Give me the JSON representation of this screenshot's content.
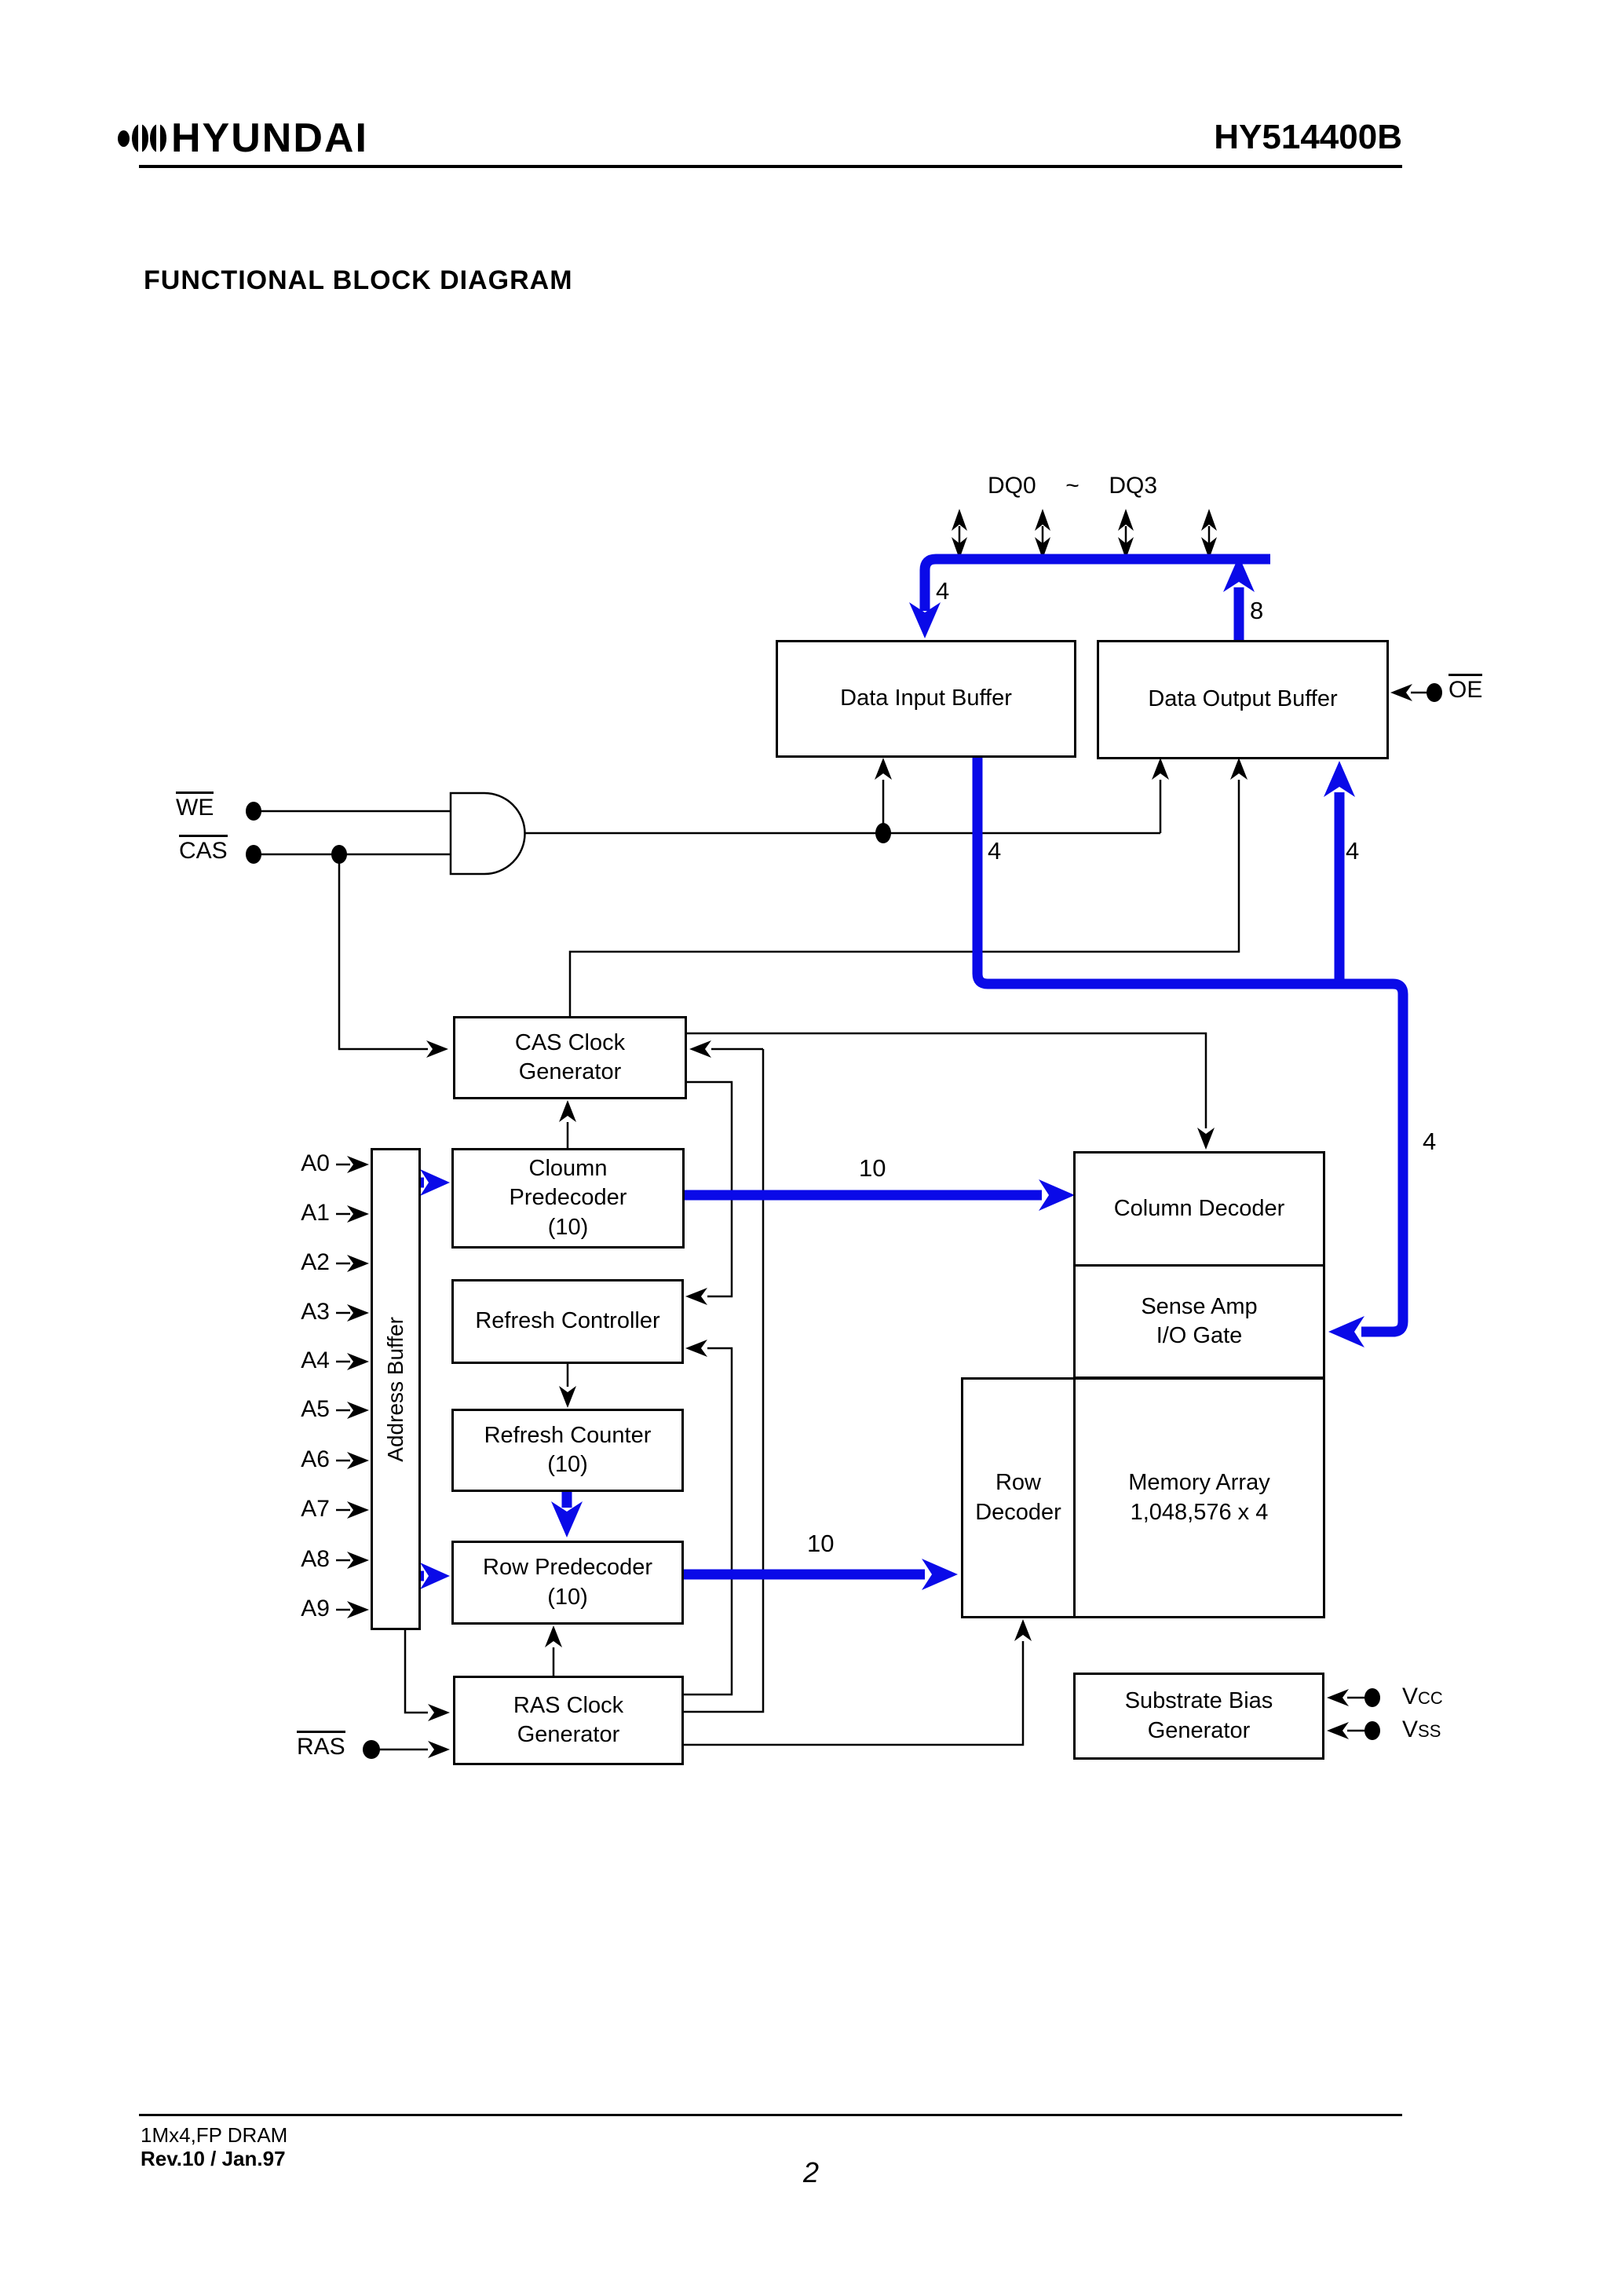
{
  "colors": {
    "bus": "#0a0ae8",
    "ink": "#000000"
  },
  "header": {
    "brand": "HYUNDAI",
    "part_number": "HY514400B"
  },
  "title": "FUNCTIONAL BLOCK DIAGRAM",
  "signals": {
    "dq_start": "DQ0",
    "dq_tilde": "~",
    "dq_end": "DQ3",
    "we": "WE",
    "cas": "CAS",
    "ras": "RAS",
    "oe": "OE",
    "vcc_base": "V",
    "vcc_sub": "CC",
    "vss_base": "V",
    "vss_sub": "SS",
    "addresses": [
      "A0",
      "A1",
      "A2",
      "A3",
      "A4",
      "A5",
      "A6",
      "A7",
      "A8",
      "A9"
    ]
  },
  "bus_labels": {
    "data_in_width": "4",
    "data_out_width": "8",
    "write_path_width": "4",
    "read_path_width": "4",
    "io_feedback_width": "4",
    "column_bus_width": "10",
    "row_bus_width": "10"
  },
  "blocks": {
    "data_input_buffer": {
      "label": "Data Input Buffer"
    },
    "data_output_buffer": {
      "label": "Data Output Buffer"
    },
    "cas_clock_generator": {
      "line1": "CAS Clock",
      "line2": "Generator"
    },
    "column_predecoder": {
      "line1": "Cloumn",
      "line2": "Predecoder",
      "line3": "(10)"
    },
    "refresh_controller": {
      "label": "Refresh Controller"
    },
    "refresh_counter": {
      "line1": "Refresh Counter",
      "line2": "(10)"
    },
    "row_predecoder": {
      "line1": "Row Predecoder",
      "line2": "(10)"
    },
    "ras_clock_generator": {
      "line1": "RAS Clock",
      "line2": "Generator"
    },
    "address_buffer": {
      "label": "Address Buffer"
    },
    "column_decoder": {
      "label": "Column Decoder"
    },
    "sense_amp_io_gate": {
      "line1": "Sense Amp",
      "line2": "I/O Gate"
    },
    "row_decoder": {
      "line1": "Row",
      "line2": "Decoder"
    },
    "memory_array": {
      "line1": "Memory Array",
      "line2": "1,048,576 x 4"
    },
    "substrate_bias_generator": {
      "line1": "Substrate Bias",
      "line2": "Generator"
    }
  },
  "footer": {
    "product": "1Mx4,FP DRAM",
    "revision": "Rev.10 / Jan.97",
    "page": "2"
  }
}
